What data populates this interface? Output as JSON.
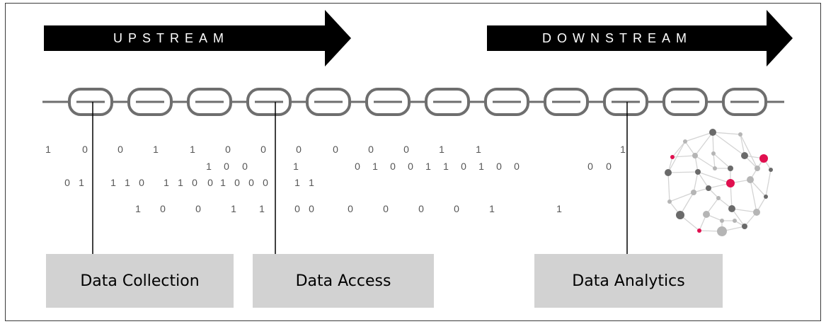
{
  "arrows": {
    "upstream": "UPSTREAM",
    "downstream": "DOWNSTREAM"
  },
  "stages": [
    {
      "label": "Data Collection"
    },
    {
      "label": "Data Access"
    },
    {
      "label": "Data Analytics"
    }
  ],
  "binary_rows": [
    [
      "1",
      "0",
      "0",
      "1",
      "1",
      "0",
      "0",
      "0",
      "0",
      "0",
      "0",
      "1",
      "1",
      "1"
    ],
    [
      "1",
      "0",
      "0",
      "1",
      "0",
      "1",
      "0",
      "0",
      "1",
      "1",
      "0",
      "1",
      "0",
      "0",
      "0",
      "0"
    ],
    [
      "0",
      "1",
      "1",
      "1",
      "0",
      "1",
      "1",
      "0",
      "0",
      "1",
      "0",
      "0",
      "0",
      "1",
      "1"
    ],
    [
      "1",
      "0",
      "0",
      "1",
      "1",
      "0",
      "0",
      "0",
      "0",
      "0",
      "0",
      "1",
      "1"
    ]
  ],
  "colors": {
    "arrow": "#000000",
    "chain": "#6e6e6e",
    "label_box": "#d2d2d2",
    "network_accent": "#e0104f",
    "network_node_dark": "#6a6a6a",
    "network_node_light": "#b5b5b5"
  },
  "icons": [
    "chain-icon",
    "network-sphere-icon"
  ]
}
